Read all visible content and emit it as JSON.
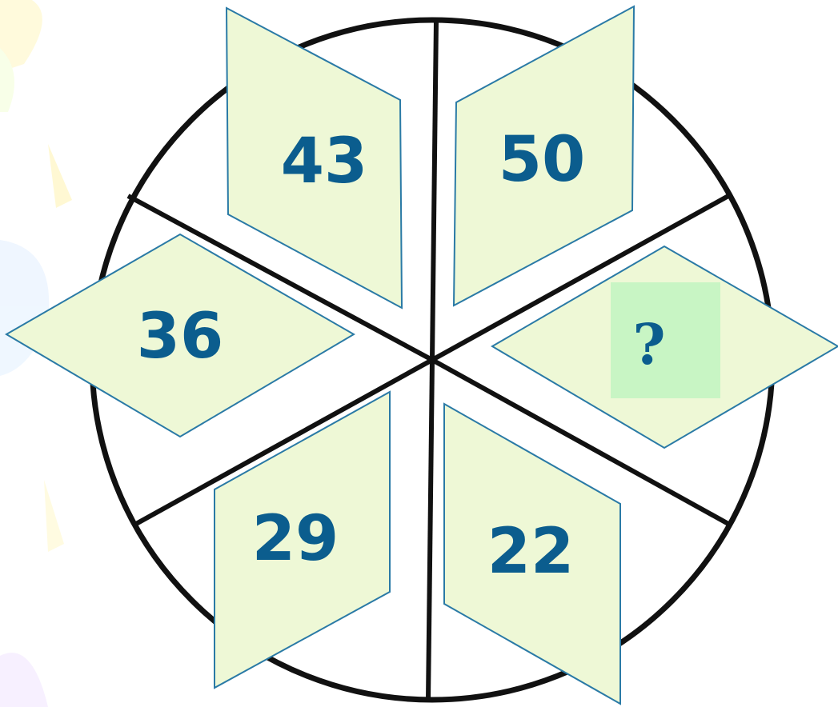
{
  "puzzle": {
    "values": {
      "top_left": "43",
      "top_right": "50",
      "left": "36",
      "right": "?",
      "bottom_left": "29",
      "bottom_right": "22"
    }
  },
  "colors": {
    "panel_fill": "#eef8d6",
    "panel_stroke": "#2a7aa6",
    "number_color": "#0b5d8e",
    "question_box": "#c8f5c4",
    "question_color": "#0b5d8e",
    "circle_stroke": "#111111"
  }
}
